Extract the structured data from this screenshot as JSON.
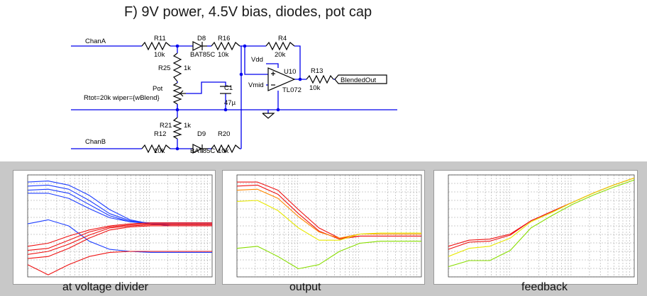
{
  "title": "F) 9V power, 4.5V bias, diodes, pot cap",
  "schematic": {
    "nets": {
      "chan_a": "ChanA",
      "chan_b": "ChanB",
      "vdd": "Vdd",
      "vmid": "Vmid",
      "out": "BlendedOut"
    },
    "components": {
      "r11": {
        "name": "R11",
        "value": "10k"
      },
      "d8": {
        "name": "D8",
        "value": "BAT85C"
      },
      "r16": {
        "name": "R16",
        "value": "10k"
      },
      "r4": {
        "name": "R4",
        "value": "20k"
      },
      "r25": {
        "name": "R25",
        "value": "1k"
      },
      "u10": {
        "name": "U10",
        "value": "TL072"
      },
      "r13": {
        "name": "R13",
        "value": "10k"
      },
      "pot": {
        "name": "Pot",
        "value": "Rtot=20k wiper={wBlend}"
      },
      "c1": {
        "name": "C1",
        "value": "47µ"
      },
      "r21": {
        "name": "R21",
        "value": "1k"
      },
      "r12": {
        "name": "R12",
        "value": "10k"
      },
      "d9": {
        "name": "D9",
        "value": "BAT85C"
      },
      "r20": {
        "name": "R20",
        "value": "10k"
      }
    },
    "wire_color": "#0000ee",
    "symbol_color": "#aa0000"
  },
  "plots": [
    {
      "caption": "at voltage divider",
      "series_colors": [
        "#1f3fff",
        "#ee1111"
      ]
    },
    {
      "caption": "output",
      "series_colors": [
        "#ee1111",
        "#e8e800",
        "#ff8800",
        "#88dd00"
      ]
    },
    {
      "caption": "feedback",
      "series_colors": [
        "#ee1111",
        "#e8e800",
        "#88dd00"
      ]
    }
  ],
  "chart_data": [
    {
      "type": "line",
      "title": "",
      "xlabel": "at voltage divider",
      "ylabel": "",
      "series": [
        {
          "color": "#1f3fff",
          "values": [
            0.93,
            0.94,
            0.9,
            0.8,
            0.66,
            0.56,
            0.52,
            0.5,
            0.5,
            0.5
          ]
        },
        {
          "color": "#1f3fff",
          "values": [
            0.89,
            0.9,
            0.86,
            0.75,
            0.62,
            0.55,
            0.52,
            0.51,
            0.51,
            0.51
          ]
        },
        {
          "color": "#1f3fff",
          "values": [
            0.85,
            0.86,
            0.82,
            0.71,
            0.6,
            0.54,
            0.52,
            0.52,
            0.52,
            0.52
          ]
        },
        {
          "color": "#1f3fff",
          "values": [
            0.82,
            0.82,
            0.77,
            0.67,
            0.58,
            0.54,
            0.53,
            0.53,
            0.53,
            0.53
          ]
        },
        {
          "color": "#1f3fff",
          "values": [
            0.52,
            0.56,
            0.5,
            0.35,
            0.27,
            0.25,
            0.24,
            0.24,
            0.24,
            0.24
          ]
        },
        {
          "color": "#ee1111",
          "values": [
            0.3,
            0.33,
            0.4,
            0.46,
            0.5,
            0.52,
            0.53,
            0.53,
            0.53,
            0.53
          ]
        },
        {
          "color": "#ee1111",
          "values": [
            0.26,
            0.28,
            0.36,
            0.44,
            0.49,
            0.51,
            0.52,
            0.52,
            0.52,
            0.52
          ]
        },
        {
          "color": "#ee1111",
          "values": [
            0.22,
            0.25,
            0.32,
            0.41,
            0.48,
            0.5,
            0.51,
            0.51,
            0.51,
            0.51
          ]
        },
        {
          "color": "#ee1111",
          "values": [
            0.18,
            0.2,
            0.28,
            0.38,
            0.46,
            0.49,
            0.5,
            0.5,
            0.5,
            0.5
          ]
        },
        {
          "color": "#ee1111",
          "values": [
            0.12,
            0.02,
            0.12,
            0.2,
            0.24,
            0.25,
            0.25,
            0.25,
            0.25,
            0.25
          ]
        }
      ]
    },
    {
      "type": "line",
      "title": "",
      "xlabel": "output",
      "ylabel": "",
      "series": [
        {
          "color": "#ee1111",
          "values": [
            0.93,
            0.93,
            0.85,
            0.66,
            0.48,
            0.38,
            0.4,
            0.4,
            0.4,
            0.4
          ]
        },
        {
          "color": "#ee1111",
          "values": [
            0.89,
            0.9,
            0.81,
            0.62,
            0.45,
            0.37,
            0.4,
            0.4,
            0.4,
            0.4
          ]
        },
        {
          "color": "#ff8800",
          "values": [
            0.85,
            0.86,
            0.77,
            0.59,
            0.44,
            0.38,
            0.42,
            0.42,
            0.42,
            0.42
          ]
        },
        {
          "color": "#e8e800",
          "values": [
            0.74,
            0.75,
            0.65,
            0.48,
            0.36,
            0.36,
            0.42,
            0.43,
            0.43,
            0.43
          ]
        },
        {
          "color": "#88dd00",
          "values": [
            0.28,
            0.3,
            0.2,
            0.08,
            0.12,
            0.25,
            0.33,
            0.35,
            0.35,
            0.35
          ]
        }
      ]
    },
    {
      "type": "line",
      "title": "",
      "xlabel": "feedback",
      "ylabel": "",
      "series": [
        {
          "color": "#ee1111",
          "values": [
            0.3,
            0.36,
            0.37,
            0.42,
            0.55,
            0.64,
            0.73,
            0.82,
            0.9,
            0.97
          ]
        },
        {
          "color": "#ee1111",
          "values": [
            0.27,
            0.34,
            0.35,
            0.41,
            0.55,
            0.64,
            0.73,
            0.82,
            0.9,
            0.97
          ]
        },
        {
          "color": "#e8e800",
          "values": [
            0.2,
            0.28,
            0.3,
            0.38,
            0.54,
            0.63,
            0.73,
            0.82,
            0.9,
            0.97
          ]
        },
        {
          "color": "#88dd00",
          "values": [
            0.1,
            0.16,
            0.16,
            0.26,
            0.48,
            0.6,
            0.71,
            0.8,
            0.88,
            0.95
          ]
        }
      ]
    }
  ]
}
